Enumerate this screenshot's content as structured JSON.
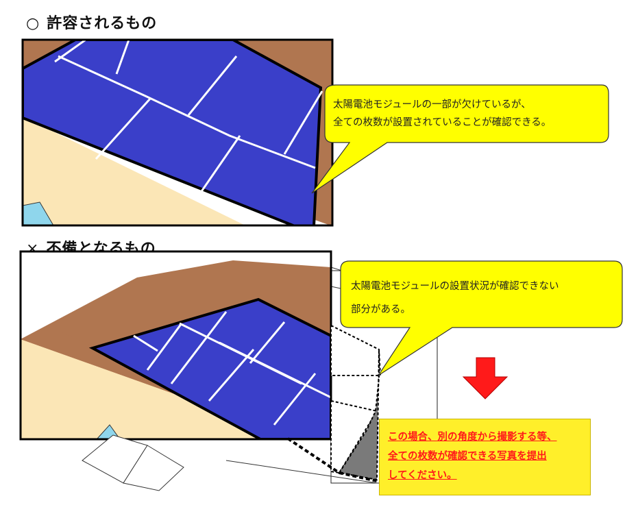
{
  "sections": {
    "allowed": {
      "mark": "○",
      "title": "許容されるもの"
    },
    "defective": {
      "mark": "×",
      "title": "不備となるもの"
    }
  },
  "callouts": {
    "allowed": {
      "line1": "太陽電池モジュールの一部が欠けているが、",
      "line2": "全ての枚数が設置されていることが確認できる。"
    },
    "defective": {
      "line1": "太陽電池モジュールの設置状況が確認できない",
      "line2": "部分がある。"
    }
  },
  "notice": {
    "line1": "この場合、別の角度から撮影する等、",
    "line2": "全ての枚数が確認できる写真を提出",
    "line3": "してください。"
  },
  "colors": {
    "panel": "#3a3fc9",
    "roof": "#b07650",
    "wall": "#fbe6b6",
    "window": "#8fd6ec",
    "bubble": "#ffff00",
    "arrow": "#ff1a1a",
    "notice_bg": "#ffef2a",
    "notice_text": "#ff1a1a"
  },
  "icons": {
    "down_arrow": "down-arrow-icon"
  }
}
